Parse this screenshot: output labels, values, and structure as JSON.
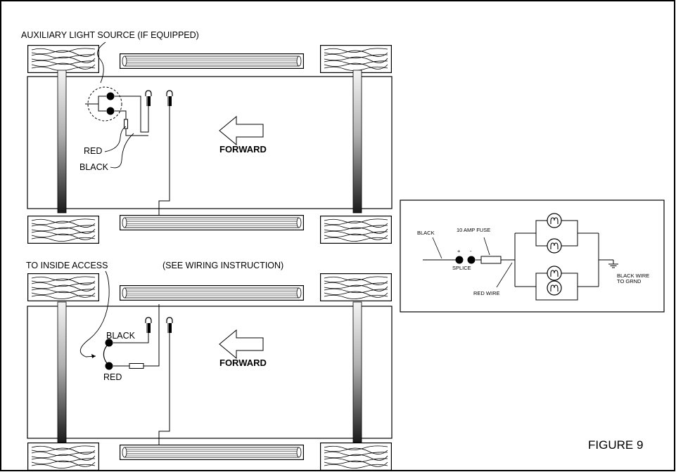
{
  "top_diagram": {
    "aux_label": "AUXILIARY LIGHT SOURCE (IF EQUIPPED)",
    "red_label": "RED",
    "black_label": "BLACK",
    "forward_label": "FORWARD"
  },
  "bottom_diagram": {
    "inside_access_label": "TO INSIDE ACCESS",
    "see_wiring_label": "(SEE WIRING INSTRUCTION)",
    "black_label": "BLACK",
    "red_label": "RED",
    "forward_label": "FORWARD"
  },
  "schematic": {
    "black_label": "BLACK",
    "fuse_label": "10 AMP FUSE",
    "plus_label": "+",
    "minus_label": "-",
    "splice_label": "SPLICE",
    "red_wire_label": "RED WIRE",
    "ground_label_line1": "BLACK WIRE",
    "ground_label_line2": "TO GRND"
  },
  "figure_label": "FIGURE 9"
}
